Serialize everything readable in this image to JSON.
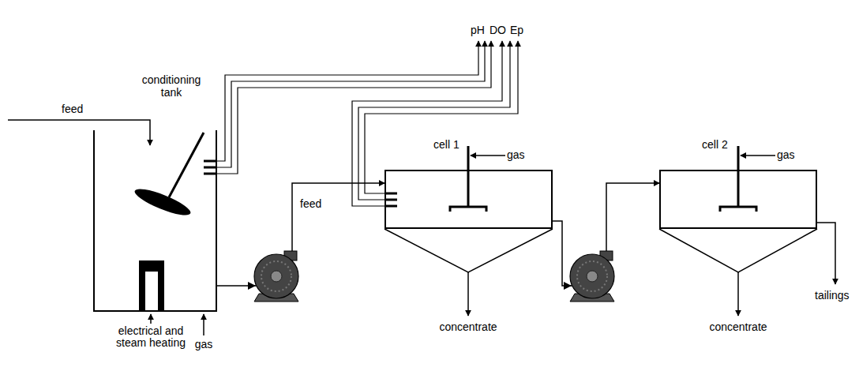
{
  "diagram": {
    "nodes": [
      {
        "text": [
          "conditioning tank"
        ]
      },
      {
        "text": [
          "cell 1"
        ]
      },
      {
        "text": [
          "cell 2"
        ]
      }
    ],
    "edges": [
      {
        "from": 0,
        "to": 1,
        "arrow": "to"
      },
      {
        "from": 1,
        "to": 2,
        "arrow": "to"
      }
    ],
    "labels": [
      "feed",
      "electrical and steam heating",
      "gas",
      "pH",
      "DO",
      "Ep",
      "feed",
      "gas",
      "concentrate",
      "gas",
      "concentrate",
      "tailings"
    ]
  }
}
